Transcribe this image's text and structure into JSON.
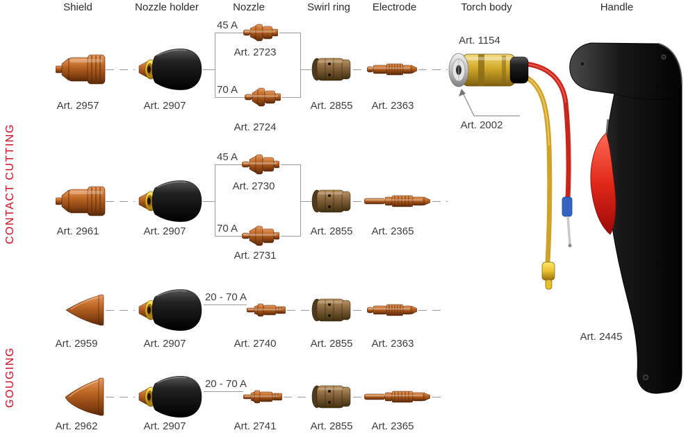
{
  "headers": {
    "shield": "Shield",
    "nozzle_holder": "Nozzle holder",
    "nozzle": "Nozzle",
    "swirl_ring": "Swirl ring",
    "electrode": "Electrode",
    "torch_body": "Torch body",
    "handle": "Handle"
  },
  "sections": {
    "contact_cutting": "CONTACT CUTTING",
    "gouging": "GOUGING"
  },
  "rows": [
    {
      "section": "contact_cutting",
      "shield_art": "Art. 2957",
      "holder_art": "Art. 2907",
      "nozzles": [
        {
          "amp": "45 A",
          "art": "Art. 2723"
        },
        {
          "amp": "70 A",
          "art": "Art. 2724"
        }
      ],
      "swirl_art": "Art. 2855",
      "electrode_art": "Art. 2363"
    },
    {
      "section": "contact_cutting",
      "shield_art": "Art. 2961",
      "holder_art": "Art. 2907",
      "nozzles": [
        {
          "amp": "45 A",
          "art": "Art. 2730"
        },
        {
          "amp": "70 A",
          "art": "Art. 2731"
        }
      ],
      "swirl_art": "Art. 2855",
      "electrode_art": "Art. 2365"
    },
    {
      "section": "gouging",
      "shield_art": "Art. 2959",
      "holder_art": "Art. 2907",
      "nozzles": [
        {
          "amp": "20 - 70 A",
          "art": "Art. 2740"
        }
      ],
      "swirl_art": "Art. 2855",
      "electrode_art": "Art. 2363"
    },
    {
      "section": "gouging",
      "shield_art": "Art. 2962",
      "holder_art": "Art. 2907",
      "nozzles": [
        {
          "amp": "20 - 70 A",
          "art": "Art. 2741"
        }
      ],
      "swirl_art": "Art. 2855",
      "electrode_art": "Art. 2365"
    }
  ],
  "torch_body": {
    "art": "Art. 1154",
    "connector_art": "Art. 2002"
  },
  "handle": {
    "art": "Art. 2445"
  },
  "colors": {
    "section_red": "#cb0c21",
    "label_gray": "#3c3c3c",
    "line_gray": "#9a9a9a",
    "copper": "#b0622a",
    "brass_gold": "#d8b12a",
    "hose_red": "#c8251c",
    "hose_yellow": "#cfa22a",
    "connector_blue": "#3565c2",
    "trigger_red": "#e02818"
  }
}
